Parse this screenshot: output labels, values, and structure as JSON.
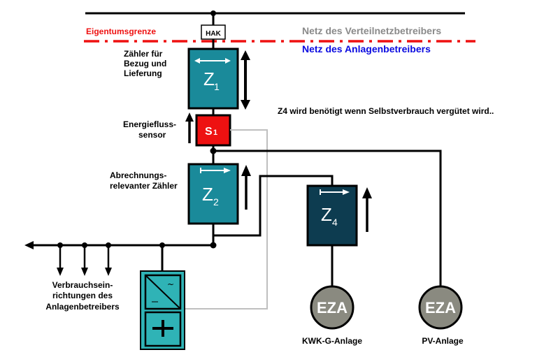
{
  "labels": {
    "ownership_boundary": "Eigentumsgrenze",
    "grid_operator": "Netz des Verteilnetzbetreibers",
    "plant_operator": "Netz des Anlagenbetreibers",
    "hak": "HAK",
    "meter_z1_desc_1": "Zähler für",
    "meter_z1_desc_2": "Bezug und",
    "meter_z1_desc_3": "Lieferung",
    "sensor_desc_1": "Energiefluss-",
    "sensor_desc_2": "sensor",
    "meter_z2_desc_1": "Abrechnungs-",
    "meter_z2_desc_2": "relevanter Zähler",
    "consumers_1": "Verbrauchsein-",
    "consumers_2": "richtungen des",
    "consumers_3": "Anlagenbetreibers",
    "note": "Z4 wird benötigt wenn Selbstverbrauch vergütet wird..",
    "kwk": "KWK-G-Anlage",
    "pv": "PV-Anlage"
  },
  "meters": {
    "z1": {
      "letter": "Z",
      "index": "1"
    },
    "z2": {
      "letter": "Z",
      "index": "2"
    },
    "z4": {
      "letter": "Z",
      "index": "4"
    }
  },
  "sensor": {
    "letter": "S",
    "index": "1"
  },
  "generators": {
    "kwk": {
      "label": "EZA"
    },
    "pv": {
      "label": "EZA"
    }
  },
  "colors": {
    "meter_teal": "#1a8a9a",
    "meter_dark": "#0d3c50",
    "sensor_red": "#ee1111",
    "inverter": "#2fb3b6",
    "eza_gray": "#8a8a80",
    "boundary_red": "#ee1111",
    "grid_gray": "#8a8a8a",
    "plant_blue": "#0a0ae0"
  }
}
